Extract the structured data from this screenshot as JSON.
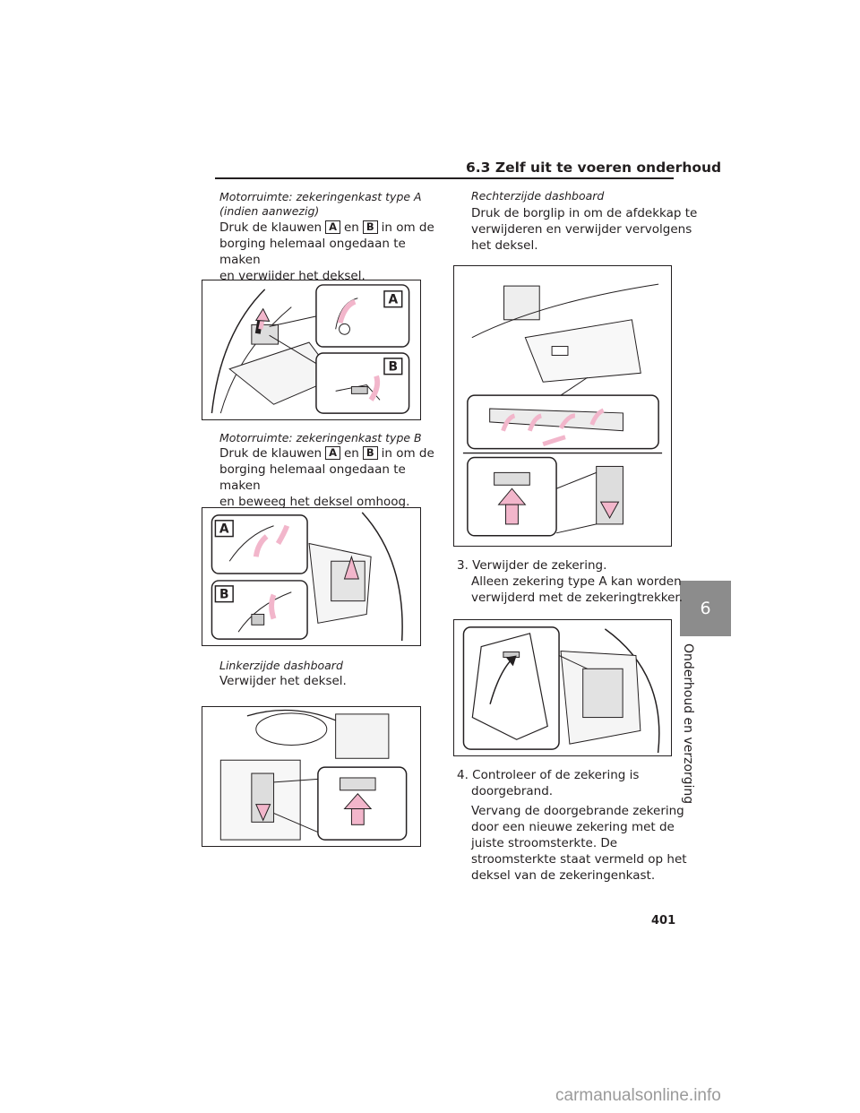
{
  "header": {
    "title": "6.3 Zelf uit te voeren onderhoud"
  },
  "chapter_tab": {
    "number": "6",
    "label": "Onderhoud en verzorging"
  },
  "left_column": {
    "section_a": {
      "caption_line1": "Motorruimte: zekeringenkast type A",
      "caption_line2": "(indien aanwezig)",
      "text_pre": "Druk de klauwen",
      "key_a": "A",
      "text_mid": "en",
      "key_b": "B",
      "text_post": "in om de",
      "line2": "borging helemaal ongedaan te maken",
      "line3": "en verwijder het deksel."
    },
    "section_b": {
      "caption": "Motorruimte: zekeringenkast type B",
      "text_pre": "Druk de klauwen",
      "key_a": "A",
      "text_mid": "en",
      "key_b": "B",
      "text_post": "in om de",
      "line2": "borging helemaal ongedaan te maken",
      "line3": "en beweeg het deksel omhoog."
    },
    "section_c": {
      "caption": "Linkerzijde dashboard",
      "text": "Verwijder het deksel."
    },
    "figure_labels": {
      "a": "A",
      "b": "B"
    }
  },
  "right_column": {
    "section_d": {
      "caption": "Rechterzijde dashboard",
      "line1": "Druk de borglip in om de afdekkap te",
      "line2": "verwijderen en verwijder vervolgens",
      "line3": "het deksel."
    },
    "step3": {
      "line1": "3. Verwijder de zekering.",
      "line2": "Alleen zekering type A kan worden",
      "line3": "verwijderd met de zekeringtrekker."
    },
    "step4": {
      "line1": "4. Controleer of de zekering is",
      "line2": "doorgebrand.",
      "line3": "Vervang de doorgebrande zekering",
      "line4": "door een nieuwe zekering met de",
      "line5": "juiste stroomsterkte. De",
      "line6": "stroomsterkte staat vermeld op het",
      "line7": "deksel van de zekeringenkast."
    }
  },
  "page_number": "401",
  "watermark": "carmanualsonline.info",
  "colors": {
    "arrow_pink": "#f2b6cb",
    "tab_gray": "#8c8c8c",
    "ink": "#231f20"
  }
}
